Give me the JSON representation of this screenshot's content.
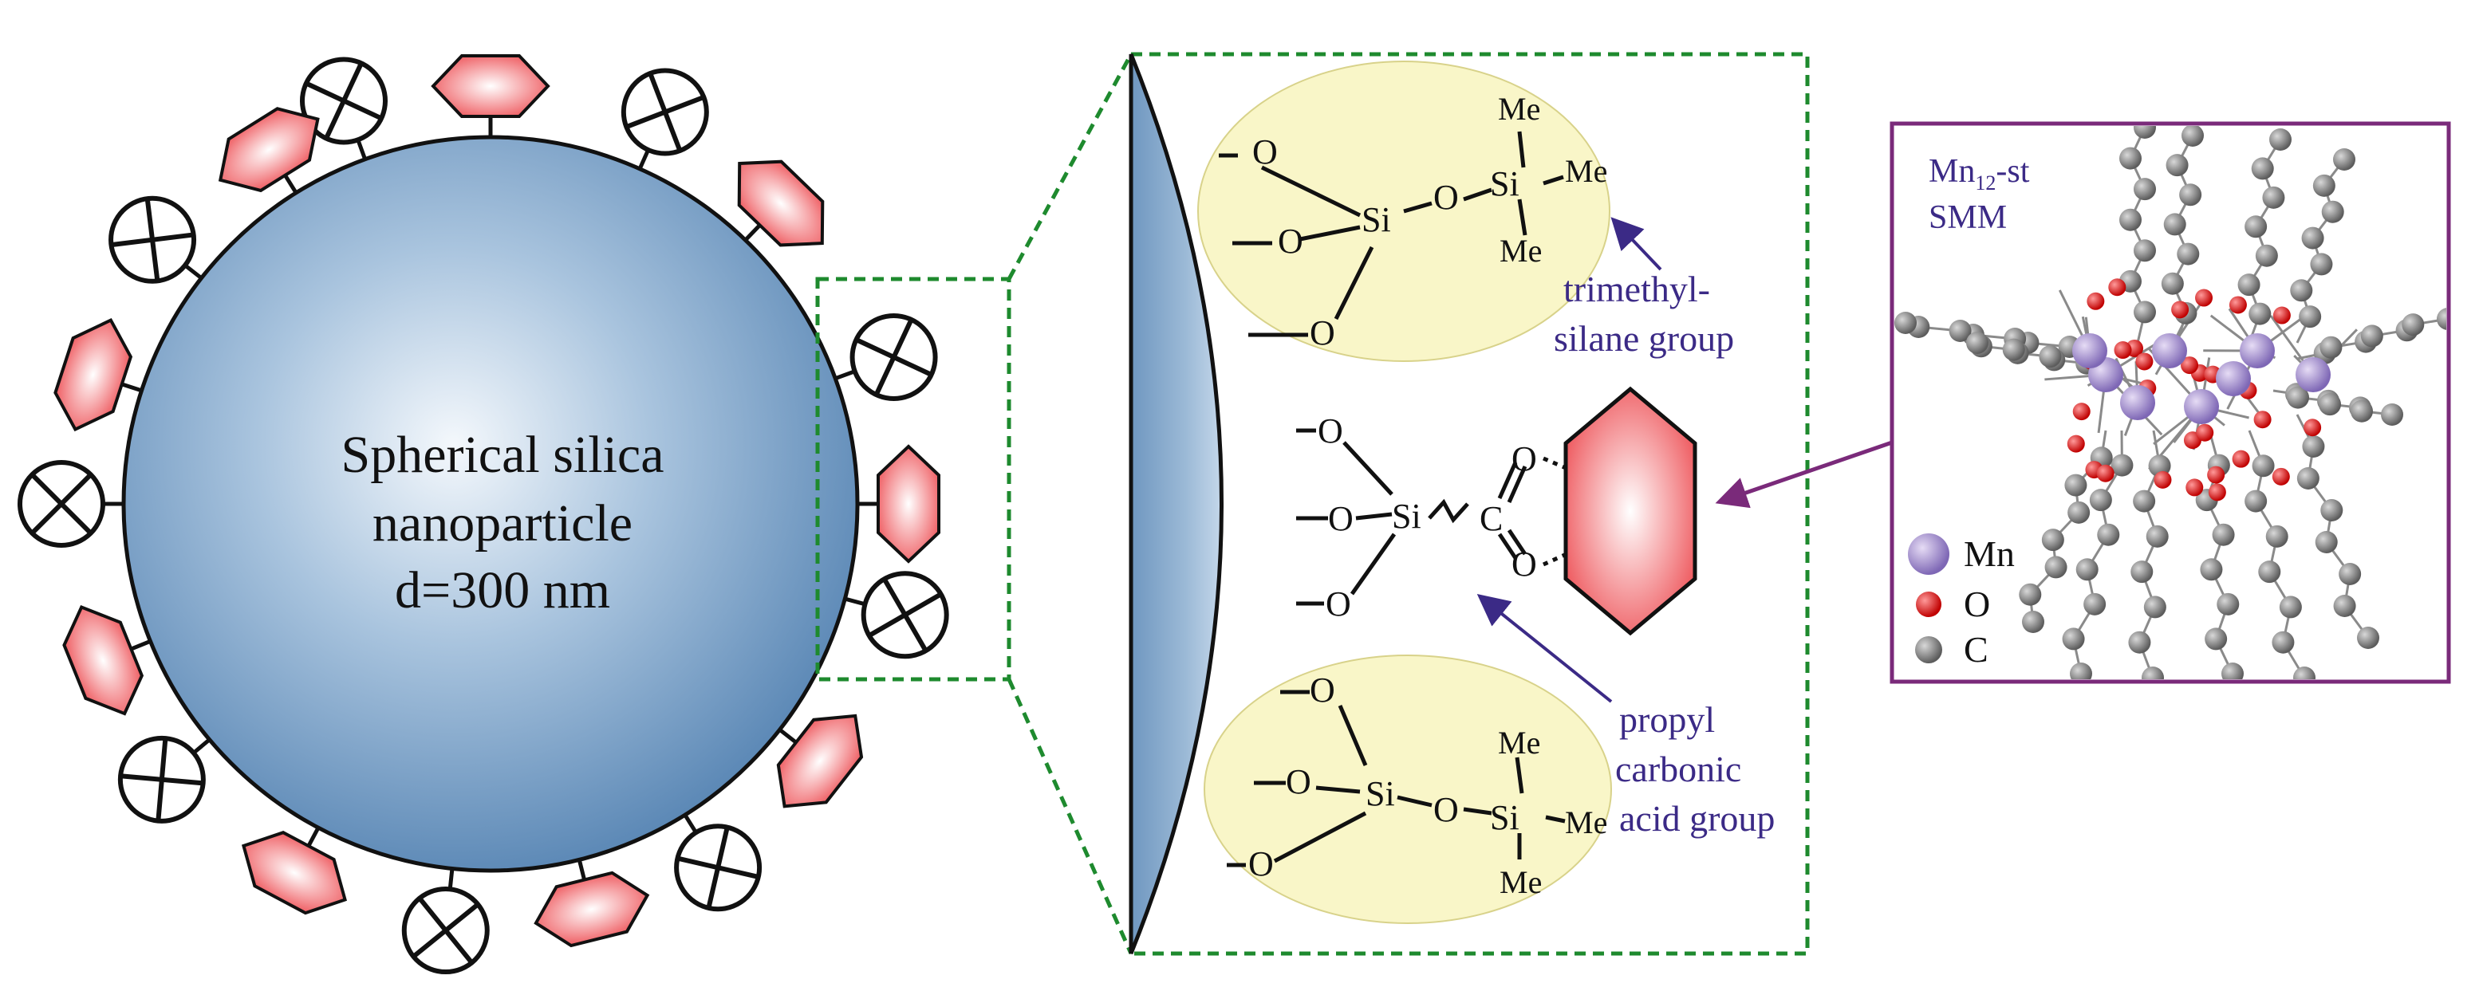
{
  "sphere": {
    "line1": "Spherical silica",
    "line2": "nanoparticle",
    "line3": "d=300 nm"
  },
  "labels": {
    "trimethyl_line1": "trimethyl-",
    "trimethyl_line2": "silane group",
    "propyl_line1": "propyl",
    "propyl_line2": "carbonic",
    "propyl_line3": "acid group"
  },
  "chemistry": {
    "oxygen": "O",
    "silicon": "Si",
    "methyl": "Me",
    "carbon": "C"
  },
  "smm": {
    "title_main": "Mn",
    "title_sub": "12",
    "title_suffix": "-st",
    "title_line2": "SMM"
  },
  "legend": [
    {
      "label": "Mn",
      "color": "#9b86c9"
    },
    {
      "label": "O",
      "color": "#dd1111"
    },
    {
      "label": "C",
      "color": "#777777"
    }
  ],
  "colors": {
    "frame_green": "#1e8a2e",
    "frame_purple": "#7a2a7a",
    "label_blue": "#3b2a86",
    "hexagon_fill": "#f0787a",
    "ellipse_fill": "#f7f3b8"
  }
}
